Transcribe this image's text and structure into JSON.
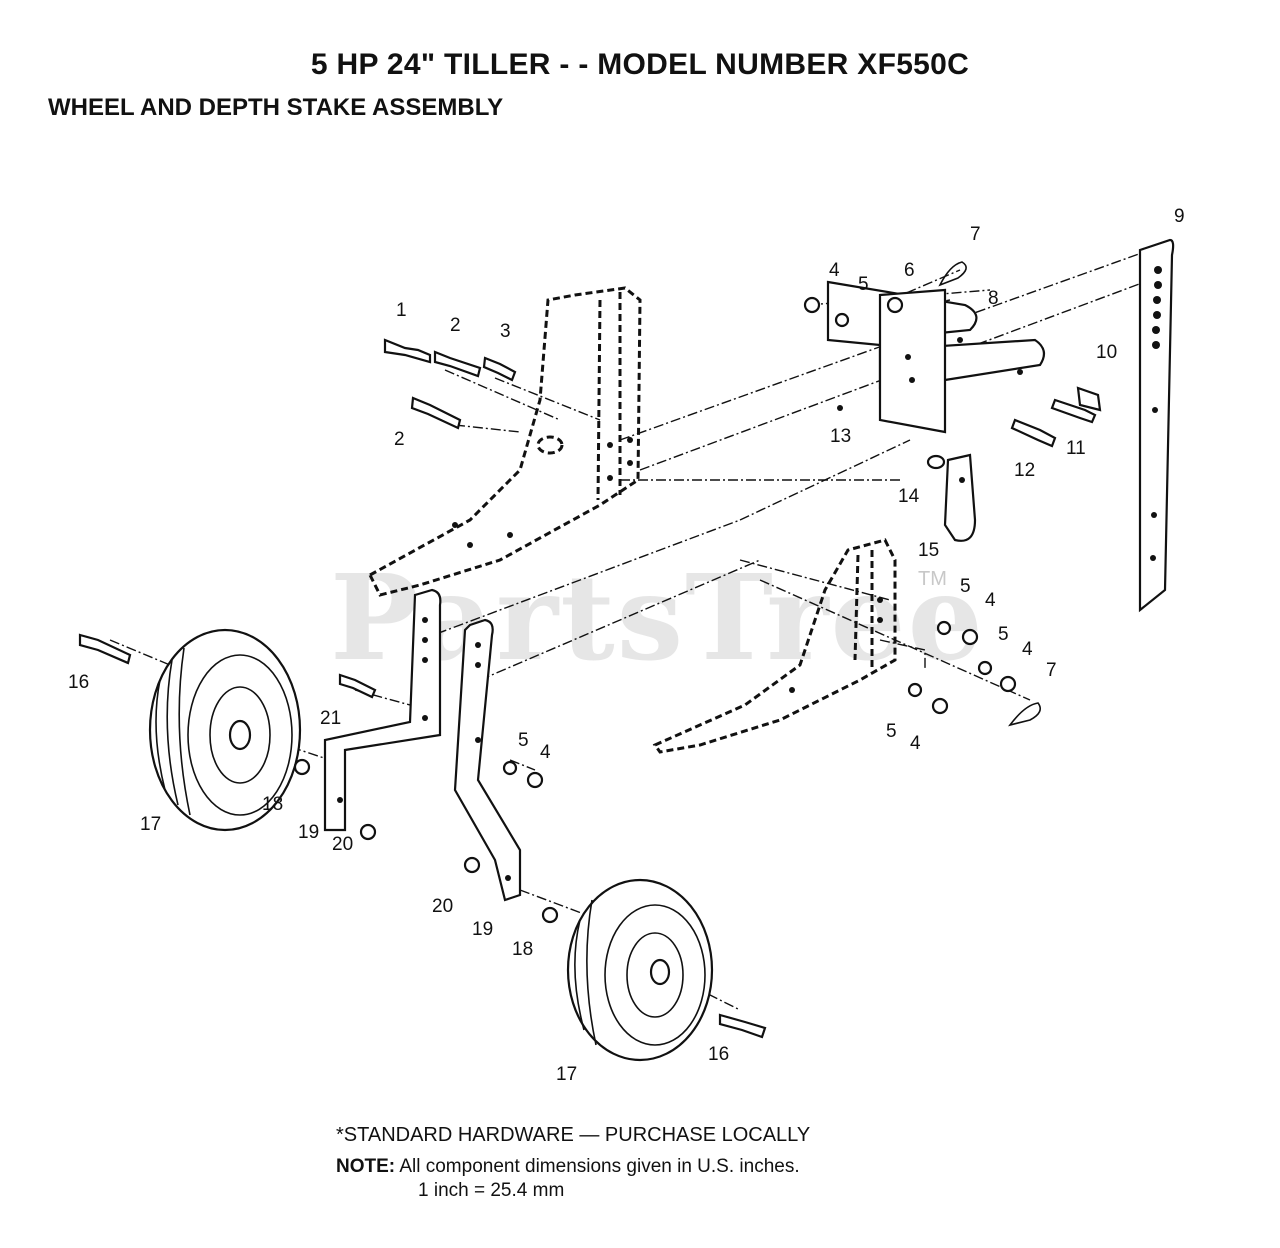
{
  "header": {
    "title": "5 HP 24\" TILLER - - MODEL NUMBER XF550C",
    "subtitle": "WHEEL AND DEPTH STAKE ASSEMBLY"
  },
  "watermark": {
    "text": "PartsTree",
    "tm": "TM"
  },
  "callouts": [
    {
      "id": "c1",
      "label": "1"
    },
    {
      "id": "c2a",
      "label": "2"
    },
    {
      "id": "c2b",
      "label": "2"
    },
    {
      "id": "c3",
      "label": "3"
    },
    {
      "id": "c4a",
      "label": "4"
    },
    {
      "id": "c5a",
      "label": "5"
    },
    {
      "id": "c6",
      "label": "6"
    },
    {
      "id": "c7a",
      "label": "7"
    },
    {
      "id": "c8",
      "label": "8"
    },
    {
      "id": "c9",
      "label": "9"
    },
    {
      "id": "c10",
      "label": "10"
    },
    {
      "id": "c11",
      "label": "11"
    },
    {
      "id": "c12",
      "label": "12"
    },
    {
      "id": "c13",
      "label": "13"
    },
    {
      "id": "c14",
      "label": "14"
    },
    {
      "id": "c15",
      "label": "15"
    },
    {
      "id": "c5b",
      "label": "5"
    },
    {
      "id": "c4b",
      "label": "4"
    },
    {
      "id": "c5c",
      "label": "5"
    },
    {
      "id": "c4c",
      "label": "4"
    },
    {
      "id": "c7b",
      "label": "7"
    },
    {
      "id": "c5d",
      "label": "5"
    },
    {
      "id": "c4d",
      "label": "4"
    },
    {
      "id": "c16a",
      "label": "16"
    },
    {
      "id": "c21",
      "label": "21"
    },
    {
      "id": "c5e",
      "label": "5"
    },
    {
      "id": "c4e",
      "label": "4"
    },
    {
      "id": "c17a",
      "label": "17"
    },
    {
      "id": "c18a",
      "label": "18"
    },
    {
      "id": "c19a",
      "label": "19"
    },
    {
      "id": "c20a",
      "label": "20"
    },
    {
      "id": "c20b",
      "label": "20"
    },
    {
      "id": "c19b",
      "label": "19"
    },
    {
      "id": "c18b",
      "label": "18"
    },
    {
      "id": "c16b",
      "label": "16"
    },
    {
      "id": "c17b",
      "label": "17"
    }
  ],
  "footer": {
    "hardware": "*STANDARD HARDWARE — PURCHASE LOCALLY",
    "note_label": "NOTE:",
    "note_text": "All component dimensions given in U.S. inches.",
    "conversion": "1 inch = 25.4 mm"
  }
}
